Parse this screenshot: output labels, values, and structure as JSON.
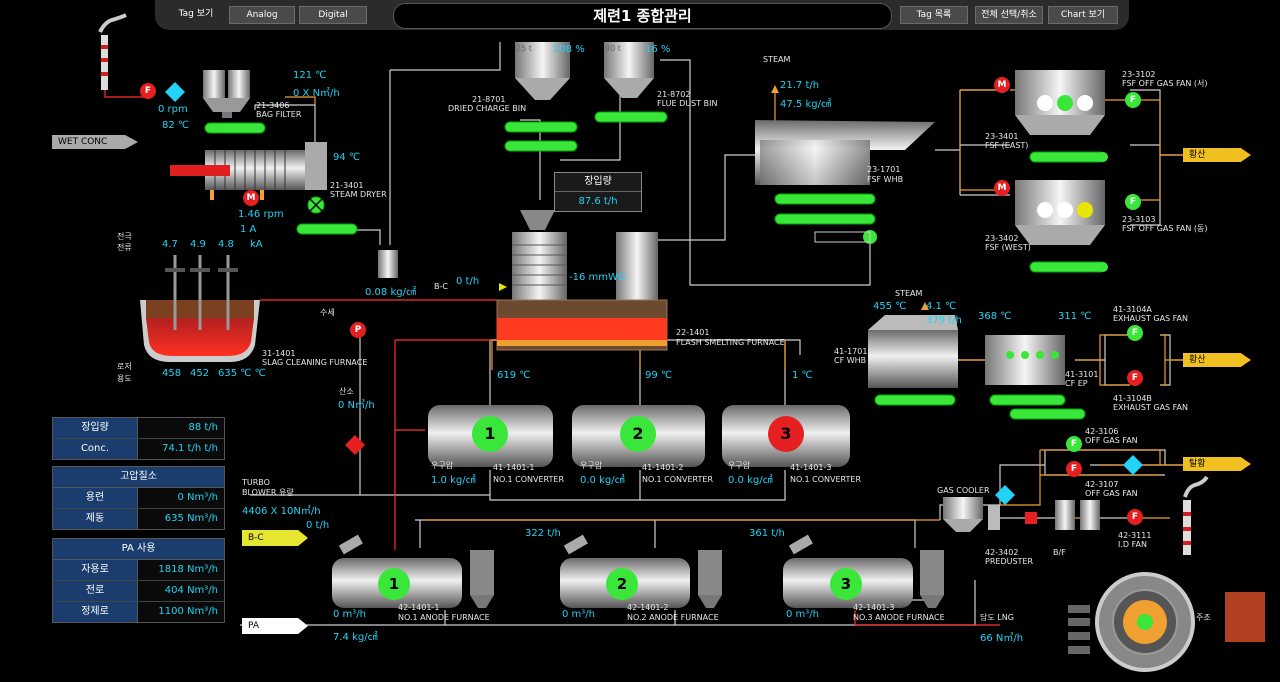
{
  "topbar": {
    "tag_view": "Tag 보기",
    "analog": "Analog",
    "digital": "Digital",
    "title": "제련1 종합관리",
    "tag_list": "Tag 목록",
    "select_all": "전체 선택/취소",
    "chart_view": "Chart 보기"
  },
  "panels": {
    "charge": [
      {
        "label": "장입량",
        "value": "88 t/h"
      },
      {
        "label": "Conc.",
        "value": "74.1 t/h t/h"
      }
    ],
    "hp_air": {
      "title": "고압질소",
      "rows": [
        {
          "label": "용련",
          "value": "0 Nm³/h"
        },
        {
          "label": "제동",
          "value": "635 Nm³/h"
        }
      ]
    },
    "pa": {
      "title": "PA 사용",
      "rows": [
        {
          "label": "자용로",
          "value": "1818 Nm³/h"
        },
        {
          "label": "전로",
          "value": "404 Nm³/h"
        },
        {
          "label": "정제로",
          "value": "1100 Nm³/h"
        }
      ]
    }
  },
  "dryer": {
    "wet_conc": "WET CONC",
    "rpm0": "0 rpm",
    "temp82": "82 ℃",
    "temp121": "121 ℃",
    "flow0x": "0 X N㎥/h",
    "bag_filter_id": "21-3406",
    "bag_filter": "BAG FILTER",
    "temp94": "94 ℃",
    "steam_dryer_id": "21-3401",
    "steam_dryer": "STEAM DRYER",
    "rpm146": "1.46 rpm",
    "amp1": "1 A",
    "pressure008": "0.08 kg/㎠"
  },
  "bins": {
    "dried_pct": "208 %",
    "dried_id": "21-8701",
    "dried_name": "DRIED CHARGE BIN",
    "flue_pct": "16 %",
    "flue_id": "21-8702",
    "flue_name": "FLUE DUST BIN",
    "load_title": "장입량",
    "load_value": "87.6 t/h",
    "bin_label_25": "25 t",
    "bin_label_90": "90 t"
  },
  "sfc": {
    "electrode": "전극",
    "current": "전류",
    "v1": "4.7",
    "v2": "4.9",
    "v3": "4.8",
    "unit": "kA",
    "id": "31-1401",
    "name": "SLAG CLEANING FURNACE",
    "temp_label1": "로저",
    "temp_label2": "용도",
    "t1": "458",
    "t2": "452",
    "t3": "635 ℃ ℃",
    "water": "수세"
  },
  "fsf": {
    "bc": "B-C",
    "bc_flow": "0 t/h",
    "draft": "-16 mmWG",
    "id": "22-1401",
    "name": "FLASH SMELTING FURNACE",
    "steam": "STEAM",
    "steam_flow": "21.7 t/h",
    "steam_press": "47.5 kg/㎠",
    "whb_id": "23-1701",
    "whb_name": "FSF WHB",
    "ep_east_id": "23-3401",
    "ep_east": "FSF (EAST)",
    "ep_west_id": "23-3402",
    "ep_west": "FSF (WEST)",
    "fan1_id": "23-3102",
    "fan1": "FSF OFF GAS FAN (서)",
    "fan2_id": "23-3103",
    "fan2": "FSF OFF GAS FAN (동)",
    "acid": "황산"
  },
  "cf": {
    "steam": "STEAM",
    "t455": "455 ℃",
    "t41": "4.1 ℃",
    "t379": "379 t/h",
    "t368": "368 ℃",
    "t311": "311 ℃",
    "whb_id": "41-1701",
    "whb_name": "CF WHB",
    "ep_id": "41-3101",
    "ep_name": "CF EP",
    "fanA_id": "41-3104A",
    "fanA": "EXHAUST GAS FAN",
    "fanB_id": "41-3104B",
    "fanB": "EXHAUST GAS FAN",
    "acid": "황산"
  },
  "converters": {
    "oxygen_label": "산소",
    "oxygen": "0 N㎥/h",
    "turbo": "TURBO",
    "blower": "BLOWER 유량",
    "blower_flow": "4406 X 10N㎥/h",
    "items": [
      {
        "num": "1",
        "temp": "619 ℃",
        "fw": "우구압",
        "press": "1.0 kg/㎠",
        "id": "41-1401-1",
        "name": "NO.1 CONVERTER"
      },
      {
        "num": "2",
        "temp": "99 ℃",
        "fw": "우구압",
        "press": "0.0 kg/㎠",
        "id": "41-1401-2",
        "name": "NO.1 CONVERTER"
      },
      {
        "num": "3",
        "temp": "1 ℃",
        "fw": "우구압",
        "press": "0.0 kg/㎠",
        "id": "41-1401-3",
        "name": "NO.1 CONVERTER"
      }
    ]
  },
  "anode": {
    "bc": "B-C",
    "bc_flow": "0 t/h",
    "pa": "PA",
    "pa_press": "7.4 kg/㎠",
    "f322": "322 t/h",
    "f361": "361 t/h",
    "items": [
      {
        "num": "1",
        "flow": "0 m³/h",
        "id": "42-1401-1",
        "name": "NO.1 ANODE FURNACE"
      },
      {
        "num": "2",
        "flow": "0 m³/h",
        "id": "42-1401-2",
        "name": "NO.2 ANODE FURNACE"
      },
      {
        "num": "3",
        "flow": "0 m³/h",
        "id": "42-1401-3",
        "name": "NO.3 ANODE FURNACE"
      }
    ],
    "gas_cooler": "GAS COOLER",
    "prd_id": "42-3402",
    "prd_name": "PREDUSTER",
    "bf": "B/F",
    "fan6_id": "42-3106",
    "fan6": "OFF GAS FAN",
    "fan7_id": "42-3107",
    "fan7": "OFF GAS FAN",
    "idfan_id": "42-3111",
    "idfan": "I.D FAN",
    "desulf": "탈황",
    "lng_label": "담도 LNG",
    "lng": "66 N㎥/h",
    "casting": "주조"
  },
  "colors": {
    "cyan": "#22d3f5",
    "green": "#39e639",
    "red": "#e62020",
    "orange": "#f0a030",
    "yellow": "#e6e600"
  }
}
